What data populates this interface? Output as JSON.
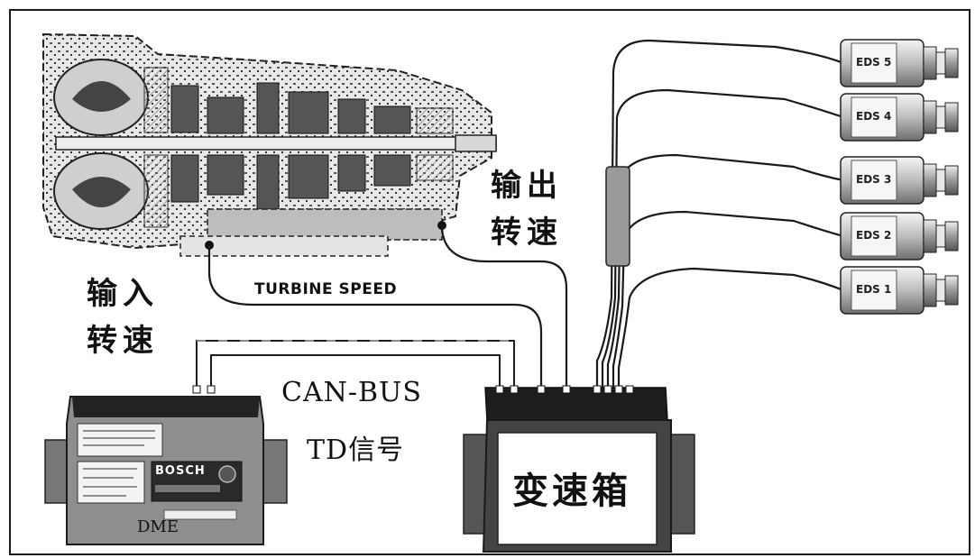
{
  "labels": {
    "output_speed_line1": "输出",
    "output_speed_line2": "转速",
    "input_speed_line1": "输入",
    "input_speed_line2": "转速",
    "turbine_speed": "TURBINE SPEED",
    "can_bus": "CAN-BUS",
    "td_signal": "TD信号",
    "dme": "DME",
    "bosch": "BOSCH",
    "gearbox_unit": "变速箱"
  },
  "solenoids": [
    "EDS 1",
    "EDS 2",
    "EDS 3",
    "EDS 4",
    "EDS 5"
  ],
  "colors": {
    "line": "#1a1a1a",
    "background": "#ffffff",
    "module_body": "#8a8a8a",
    "connector": "#222222"
  }
}
